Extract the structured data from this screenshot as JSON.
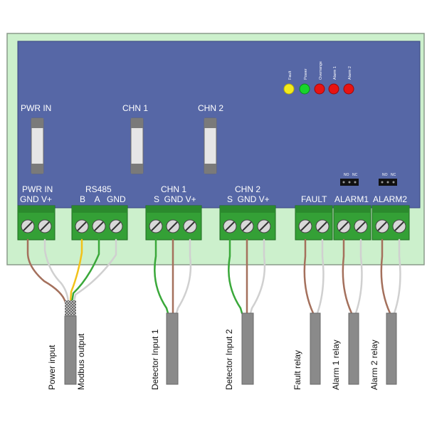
{
  "leds": [
    {
      "label": "Fault",
      "color": "#f2ea1d"
    },
    {
      "label": "Power",
      "color": "#17d42c"
    },
    {
      "label": "Overrange",
      "color": "#e81313"
    },
    {
      "label": "Alarm 1",
      "color": "#e81313"
    },
    {
      "label": "Alarm 2",
      "color": "#e81313"
    }
  ],
  "fuses": [
    {
      "label": "PWR IN"
    },
    {
      "label": "CHN 1"
    },
    {
      "label": "CHN 2"
    }
  ],
  "jumpers": [
    {
      "no": "NO",
      "nc": "NC"
    },
    {
      "no": "NO",
      "nc": "NC"
    }
  ],
  "terminals": [
    {
      "title": "PWR IN",
      "pins": "GND V+"
    },
    {
      "title": "RS485",
      "pins": "B    A   GND"
    },
    {
      "title": "CHN 1",
      "pins": "S  GND V+"
    },
    {
      "title": "CHN 2",
      "pins": "S  GND V+"
    },
    {
      "title": "FAULT",
      "pins": ""
    },
    {
      "title": "ALARM1",
      "pins": ""
    },
    {
      "title": "ALARM2",
      "pins": ""
    }
  ],
  "outputs": [
    {
      "label": "Power input"
    },
    {
      "label": "Modbus output"
    },
    {
      "label": "Detector Input 1"
    },
    {
      "label": "Detector Input 2"
    },
    {
      "label": "Fault relay"
    },
    {
      "label": "Alarm 1 relay"
    },
    {
      "label": "Alarm 2 relay"
    }
  ],
  "colors": {
    "board": "#5667a6",
    "frame": "#ccf0cc",
    "terminal": "#34a036",
    "wire_brown": "#a4705c",
    "wire_white": "#d0d0d0",
    "wire_green": "#3aa83a",
    "wire_yellow": "#f2c21a",
    "cable": "#8a8a8a"
  }
}
